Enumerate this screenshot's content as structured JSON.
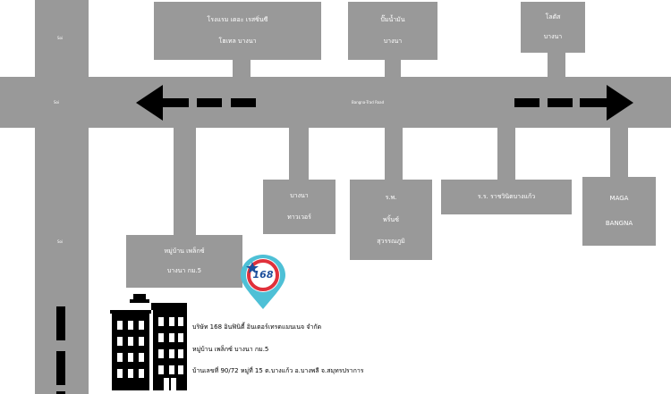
{
  "roads": {
    "main_road_label": "Bangna-Trad Road",
    "vertical_road_label_top": "Soi",
    "vertical_road_label_left": "Soi",
    "vertical_road_label_mid": "Soi"
  },
  "landmarks": {
    "hotel": {
      "line1": "โรงแรม เดอะ เรสซิ่นซี",
      "line2": "โฮเทล บางนา"
    },
    "gas_station": {
      "line1": "ปั๊มน้ำมัน",
      "line2": "บางนา"
    },
    "lotus": {
      "line1": "โลตัส",
      "line2": "บางนา"
    },
    "bangna_tower": {
      "line1": "บางนา",
      "line2": "ทาวเวอร์"
    },
    "hospital": {
      "line1": "ร.พ.",
      "line2": "พริ้นซ์",
      "line3": "สุวรรณภูมิ"
    },
    "school": {
      "line1": "ร.ร. ราชวินิตบางแก้ว"
    },
    "mega_bangna": {
      "line1": "MAGA",
      "line2": "BANGNA"
    },
    "village": {
      "line1": "หมู่บ้าน เพล็กซ์",
      "line2": "บางนา กม.5"
    }
  },
  "logo": {
    "text": "168"
  },
  "company": {
    "line1": "บริษัท 168 อินฟินิตี้ อินเตอร์เทรดแมนเนจ จำกัด",
    "line2": "หมู่บ้าน เพล็กซ์ บางนา กม.5",
    "line3": "บ้านเลขที่ 90/72 หมู่ที่ 15 ต.บางแก้ว อ.บางพลี   จ.สมุทรปราการ"
  },
  "colors": {
    "road": "#999999",
    "marker": "#4ec0d6",
    "logo_ring": "#e0313b",
    "logo_text": "#1d4f9c"
  }
}
